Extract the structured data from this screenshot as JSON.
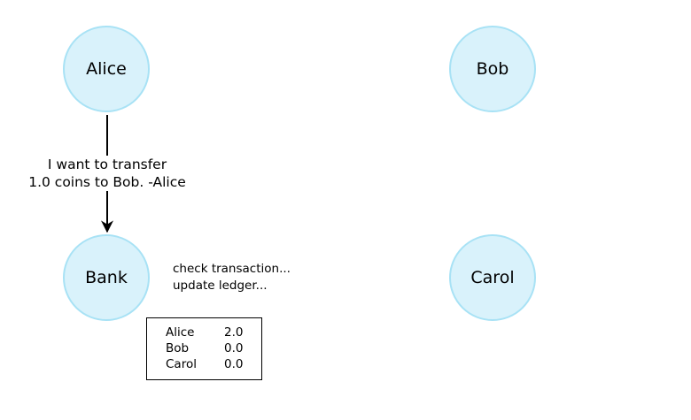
{
  "nodes": {
    "alice": "Alice",
    "bob": "Bob",
    "bank": "Bank",
    "carol": "Carol"
  },
  "message": {
    "line1": "I want to transfer",
    "line2": "1.0 coins to Bob. -Alice"
  },
  "bank_status": {
    "line1": "check transaction...",
    "line2": "update ledger..."
  },
  "ledger": [
    {
      "name": "Alice",
      "balance": "2.0"
    },
    {
      "name": "Bob",
      "balance": "0.0"
    },
    {
      "name": "Carol",
      "balance": "0.0"
    }
  ],
  "colors": {
    "node_fill": "#d9f2fb",
    "node_border": "#a8e2f5"
  }
}
